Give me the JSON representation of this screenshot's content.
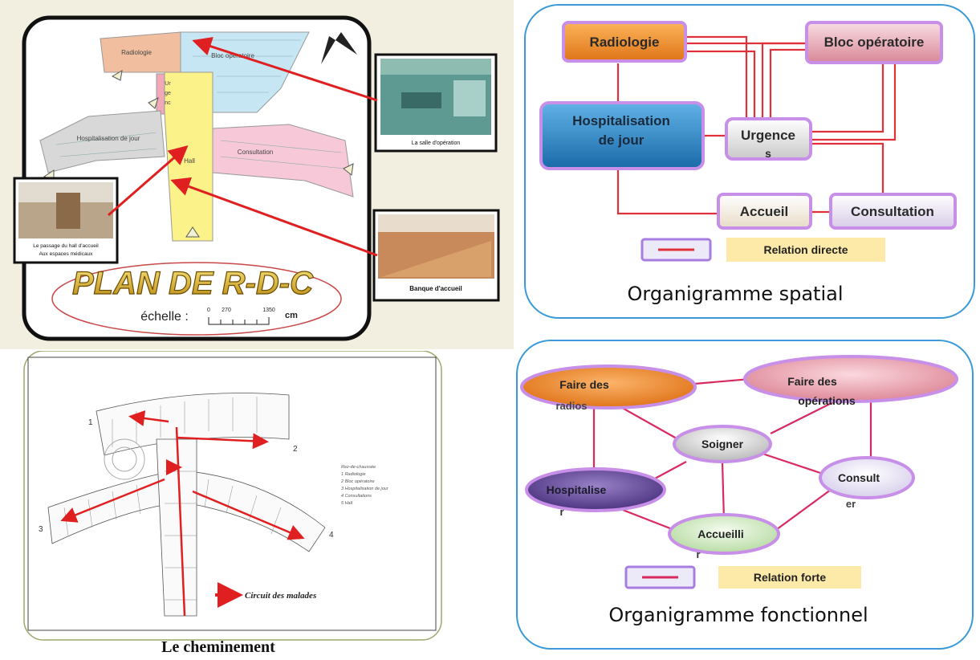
{
  "floor_plan": {
    "title": "PLAN DE R-D-C",
    "scale_label": "échelle :",
    "scale_ticks": [
      "0",
      "270",
      "1350"
    ],
    "scale_unit": "cm",
    "zones": {
      "radiologie": "Radiologie",
      "bloc": "Bloc opératoire",
      "urgences_lines": [
        "Ur",
        "ge",
        "nc"
      ],
      "hospitalisation": "Hospitalisation de jour",
      "consultation": "Consultation",
      "hall": "Hall"
    },
    "photos": {
      "salle_operation": "La salle d'opération",
      "passage_hall": [
        "Le passage du hall d'accueil",
        "Aux espaces médicaux"
      ],
      "banque_accueil": "Banque d'accueil"
    }
  },
  "spatial": {
    "title": "Organigramme spatial",
    "nodes": {
      "radiologie": "Radiologie",
      "bloc": "Bloc opératoire",
      "hospitalisation": [
        "Hospitalisation",
        "de jour"
      ],
      "urgences": [
        "Urgence",
        "s"
      ],
      "accueil": "Accueil",
      "consultation": "Consultation"
    },
    "legend": "Relation directe"
  },
  "functional": {
    "title": "Organigramme fonctionnel",
    "nodes": {
      "radios": [
        "Faire des",
        "radios"
      ],
      "operations": [
        "Faire des",
        "opérations"
      ],
      "soigner": "Soigner",
      "hospitaliser": [
        "Hospitalise",
        "r"
      ],
      "consulter": [
        "Consult",
        "er"
      ],
      "accueillir": [
        "Accueilli",
        "r"
      ]
    },
    "legend": "Relation forte"
  },
  "cheminement": {
    "title": "Le cheminement",
    "legend_items": [
      "Rez-de-chaussée",
      "1 Radiologie",
      "2 Bloc opératoire",
      "3 Hospitalisation de jour",
      "4 Consultations",
      "5 Hall"
    ],
    "arrow_label": "Circuit des malades",
    "numbers": [
      "1",
      "2",
      "3",
      "4"
    ]
  },
  "colors": {
    "relation": "#e0303a",
    "panel_border": "#3a9ad8",
    "orange": "#f0882c",
    "pink": "#e3a0ab",
    "blue": "#2a7fc0",
    "glow": "#a77de0"
  }
}
